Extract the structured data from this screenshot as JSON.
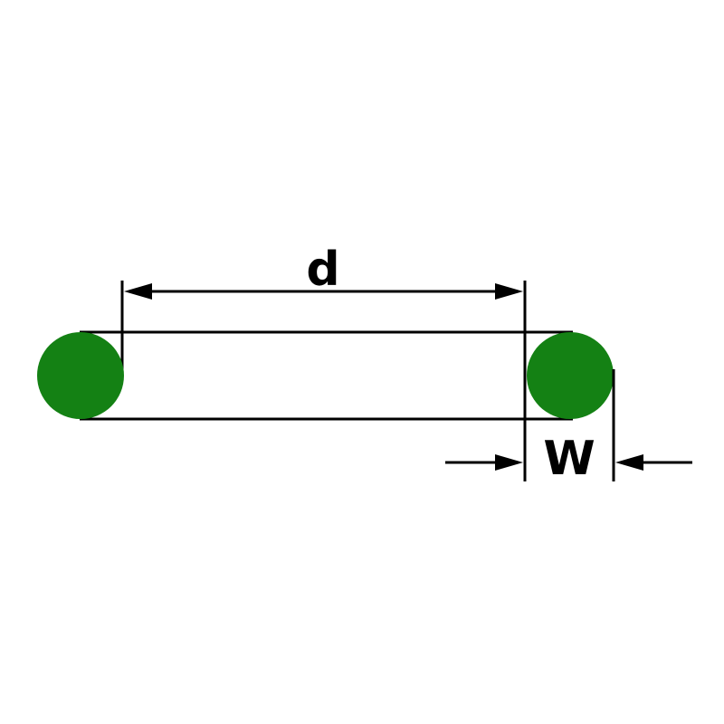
{
  "diagram": {
    "type": "technical-dimension-drawing",
    "subject": "O-ring cross-section with inner diameter and cord width dimensions",
    "labels": {
      "inner_diameter": "d",
      "cross_section_width": "W"
    },
    "colors": {
      "ring_fill": "#148114",
      "line": "#000000",
      "background": "#ffffff"
    }
  }
}
